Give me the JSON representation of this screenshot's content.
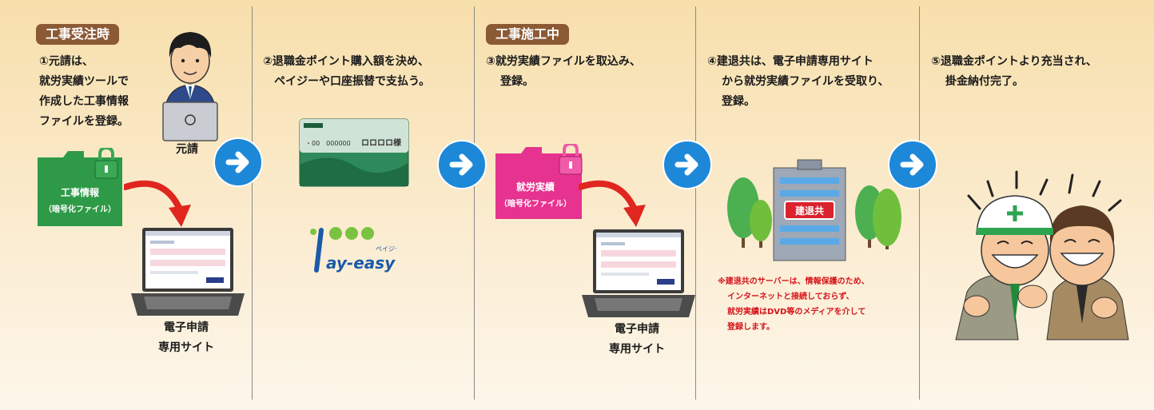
{
  "phases": {
    "order_phase": "工事受注時",
    "construction_phase": "工事施工中"
  },
  "steps": [
    {
      "lines": [
        "①元請は、",
        "就労実績ツールで",
        "作成した工事情報",
        "ファイルを登録。"
      ]
    },
    {
      "lines": [
        "②退職金ポイント購入額を決め、",
        "ペイジーや口座振替で支払う。"
      ]
    },
    {
      "lines": [
        "③就労実績ファイルを取込み、",
        "登録。"
      ]
    },
    {
      "lines": [
        "④建退共は、電子申請専用サイト",
        "から就労実績ファイルを受取り、",
        "登録。"
      ]
    },
    {
      "lines": [
        "⑤退職金ポイントより充当され、",
        "掛金納付完了。"
      ]
    }
  ],
  "labels": {
    "contractor": "元請",
    "site_caption": [
      "電子申請",
      "専用サイト"
    ],
    "folder1": [
      "工事情報",
      "（暗号化ファイル）"
    ],
    "folder2": [
      "就労実績",
      "（暗号化ファイル）"
    ],
    "payeasy": "ay-easy",
    "payeasy_small": "ペイジー",
    "building_sign": "建退共",
    "card_bank": "000000",
    "card_num": "・00　000000",
    "card_name": "ロロロロ様"
  },
  "note": {
    "lines": [
      "※建退共のサーバーは、情報保護のため、",
      "インターネットと接続しておらず、",
      "就労実績はDVD等のメディアを介して",
      "登録します。"
    ]
  },
  "colors": {
    "badge": "#8b5a35",
    "folder_green": "#2e9a47",
    "folder_pink": "#e6338f",
    "arrow_blue": "#1e88d8",
    "note_red": "#d4141a",
    "swoosh_red": "#e0261e"
  }
}
